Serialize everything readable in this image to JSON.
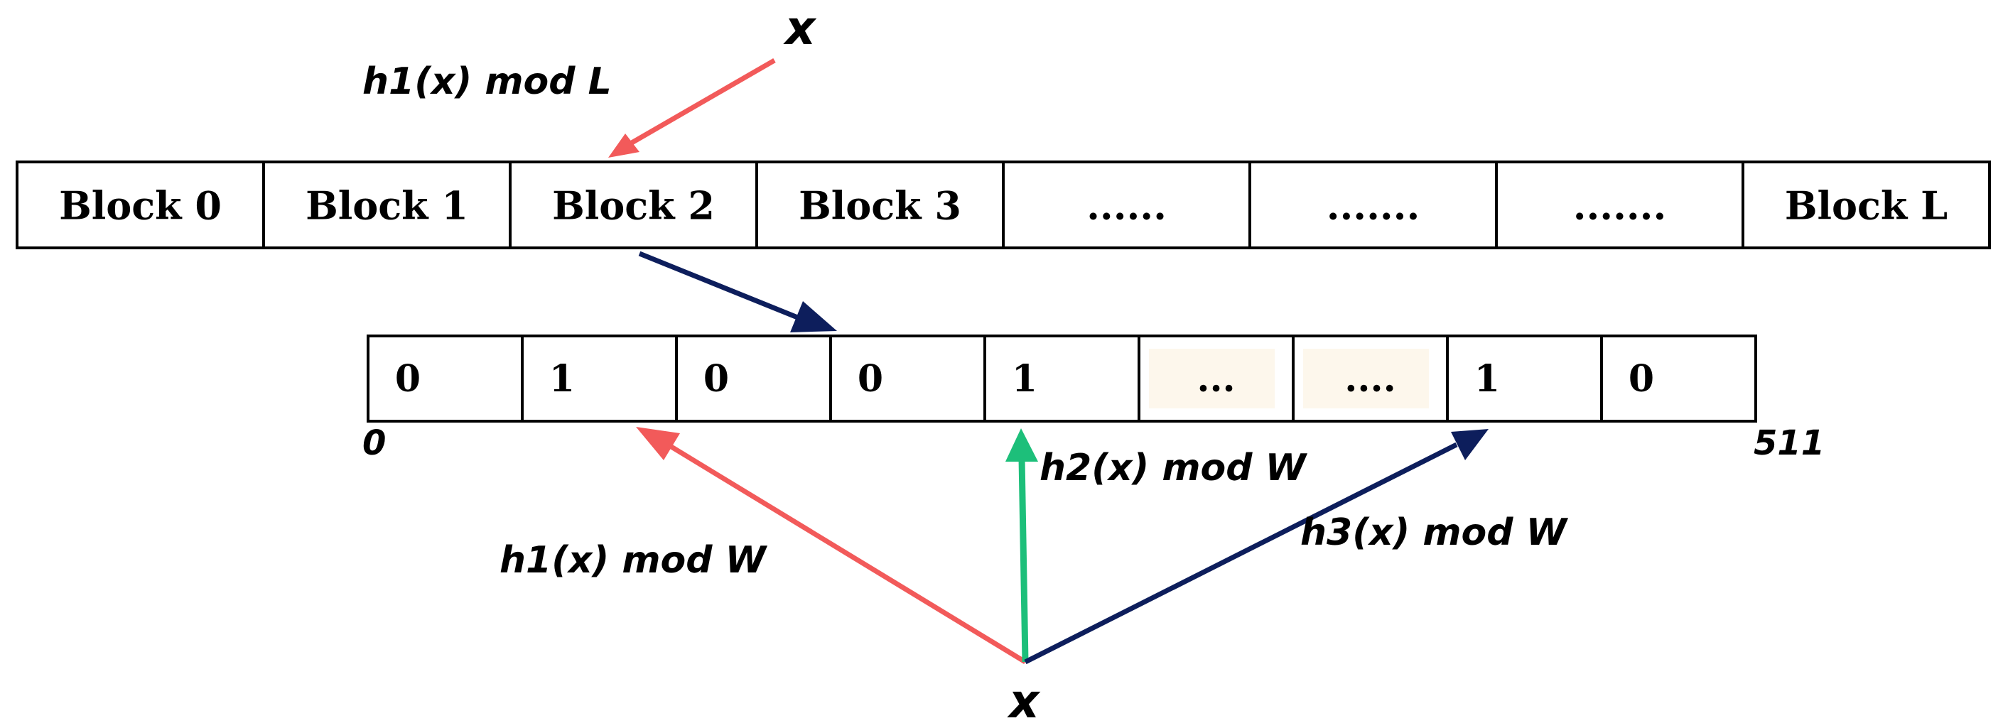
{
  "input_top_label": "x",
  "input_bottom_label": "x",
  "block_hash_label": "h1(x) mod L",
  "blocks": [
    "Block 0",
    "Block 1",
    "Block 2",
    "Block 3",
    "......",
    ".......",
    ".......",
    "Block L"
  ],
  "bits": [
    "0",
    "1",
    "0",
    "0",
    "1",
    "...",
    "....",
    "1",
    "0"
  ],
  "bit_start_label": "0",
  "bit_end_label": "511",
  "hash_labels": {
    "h1": "h1(x) mod W",
    "h2": "h2(x) mod W",
    "h3": "h3(x) mod W"
  },
  "colors": {
    "h1_arrow": "#f25a5a",
    "h2_arrow": "#1dbf7a",
    "h3_arrow": "#0d1e5c",
    "block_to_bits_arrow": "#0d1e5c",
    "shaded_cell": "#fdf7ec"
  }
}
